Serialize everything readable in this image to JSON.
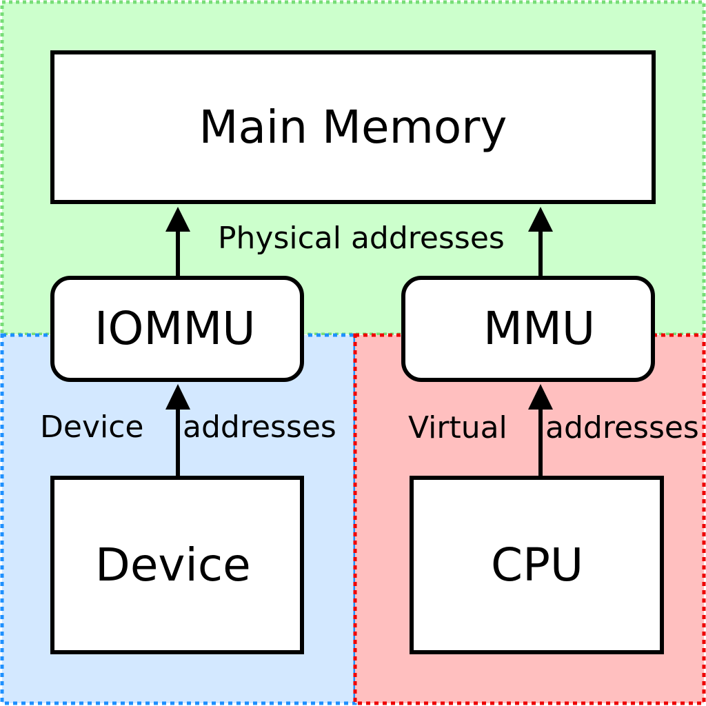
{
  "colors": {
    "physical_region_fill": "#ccffcc",
    "physical_region_border": "#77dd77",
    "device_region_fill": "#d3e8ff",
    "device_region_border": "#1e90ff",
    "cpu_region_fill": "#ffbfbf",
    "cpu_region_border": "#ee0000",
    "box_fill": "#ffffff",
    "stroke": "#000000"
  },
  "nodes": {
    "main_memory": "Main Memory",
    "iommu": "IOMMU",
    "mmu": "MMU",
    "device": "Device",
    "cpu": "CPU"
  },
  "edge_labels": {
    "physical": "Physical addresses",
    "device_left": "Device",
    "device_right": "addresses",
    "virtual_left": "Virtual",
    "virtual_right": "addresses"
  },
  "edges": [
    {
      "from": "IOMMU",
      "to": "Main Memory"
    },
    {
      "from": "MMU",
      "to": "Main Memory"
    },
    {
      "from": "Device",
      "to": "IOMMU"
    },
    {
      "from": "CPU",
      "to": "MMU"
    }
  ]
}
